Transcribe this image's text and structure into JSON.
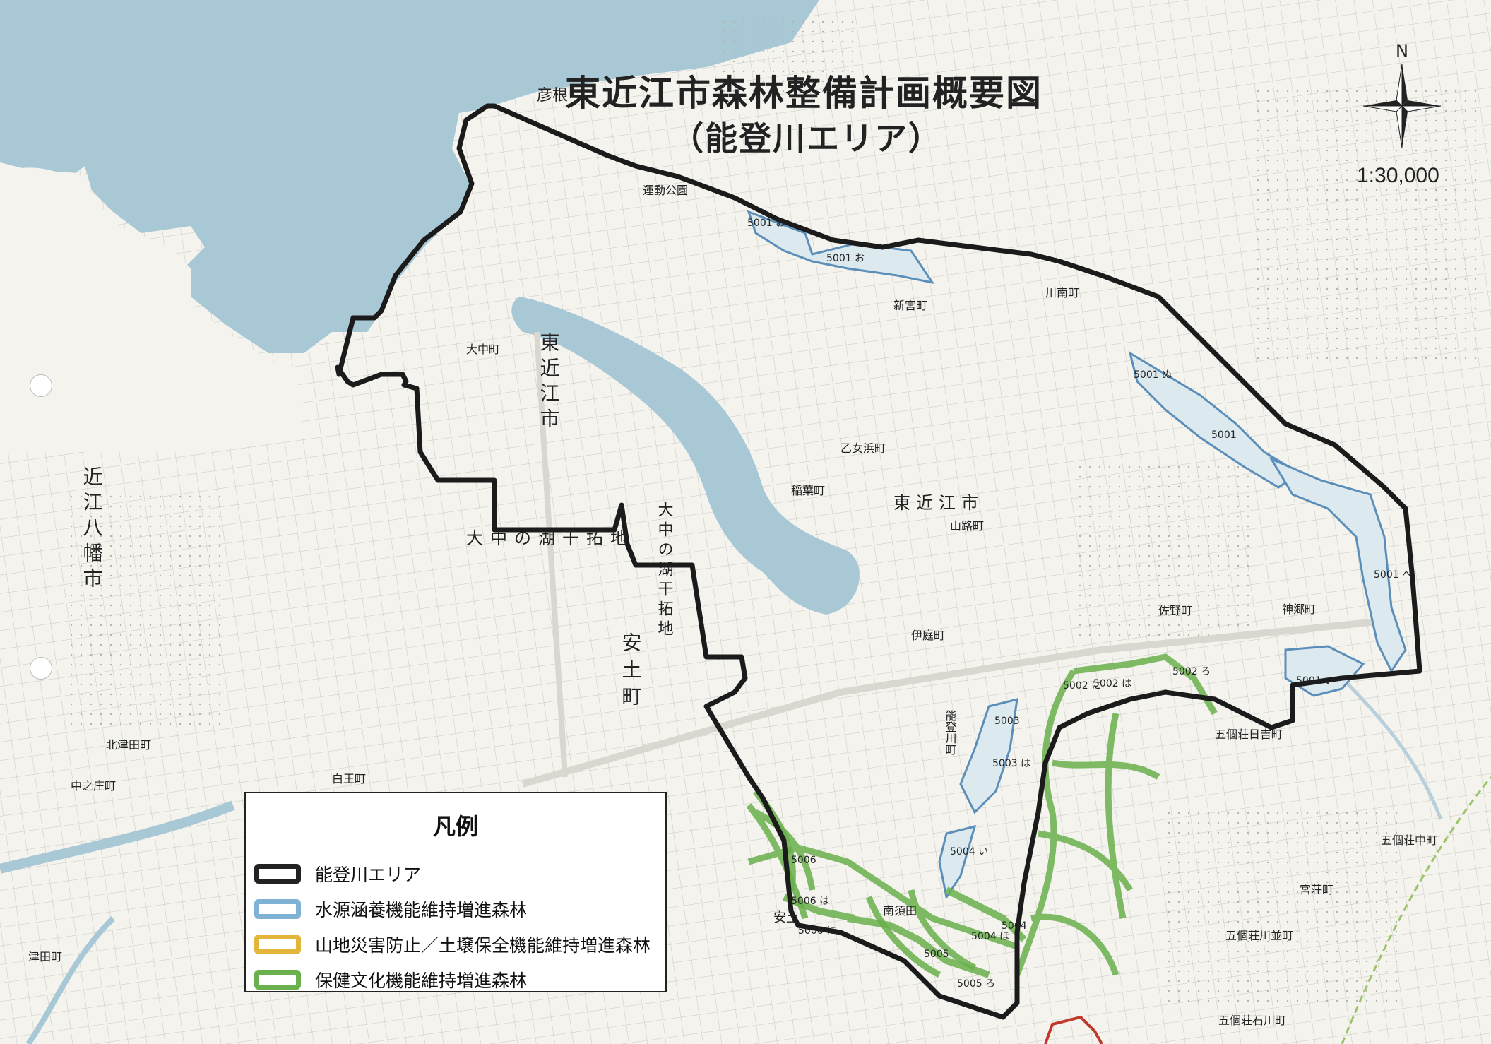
{
  "title": "東近江市森林整備計画概要図",
  "subtitle": "（能登川エリア）",
  "scale": "1:30,000",
  "north_label": "N",
  "legend": {
    "title": "凡例",
    "items": [
      {
        "label": "能登川エリア",
        "color": "#222222"
      },
      {
        "label": "水源涵養機能維持増進森林",
        "color": "#7fb3d5"
      },
      {
        "label": "山地災害防止／土壌保全機能維持増進森林",
        "color": "#e3b53b"
      },
      {
        "label": "保健文化機能維持増進森林",
        "color": "#6ab04c"
      }
    ]
  },
  "places": {
    "higashiomi": "東近江市",
    "higashiomi_v": "東近江市",
    "omihachiman": "近江八幡市",
    "daichu_kantaku": "大中の湖干拓地",
    "daichu_kantaku_v": "大中の湖干拓地",
    "azuchi": "安土町",
    "hikone": "彦根",
    "daichu_cho": "大中町",
    "shinkaichi": "新宮町",
    "ibaraki": "伊庭町",
    "notogawa": "能登川町",
    "undo_koen": "運動公園",
    "jikko": "川南町",
    "sano": "佐野町",
    "kanzaki": "神郷町",
    "goka_hino": "五個荘日吉町",
    "goka_nakamachi": "五個荘中町",
    "shiojicho": "白王町",
    "nakanosho": "中之庄町",
    "minami_sudo": "南須田",
    "otomecho": "乙女浜町",
    "yamaji": "山路町",
    "inato": "稲葉町",
    "kitatsuda": "北津田町",
    "tsuda": "津田町",
    "yasui": "安土",
    "miyasho": "宮荘町",
    "mizuho": "五個荘石川町",
    "kinen": "五個荘川並町"
  },
  "stands": {
    "s1": "5001 お",
    "s2": "5001 お",
    "s3": "5001 ぬ",
    "s4": "5001",
    "s5": "5001 へ",
    "s6": "5001 い",
    "s7": "5002 に",
    "s8": "5002 は",
    "s9": "5002 ろ",
    "s10": "5003",
    "s11": "5003 は",
    "s12": "5004 い",
    "s13": "5004 ほ",
    "s14": "5004",
    "s15": "5005",
    "s16": "5005 ろ",
    "s17": "5006",
    "s18": "5006 に",
    "s19": "5006 は"
  }
}
